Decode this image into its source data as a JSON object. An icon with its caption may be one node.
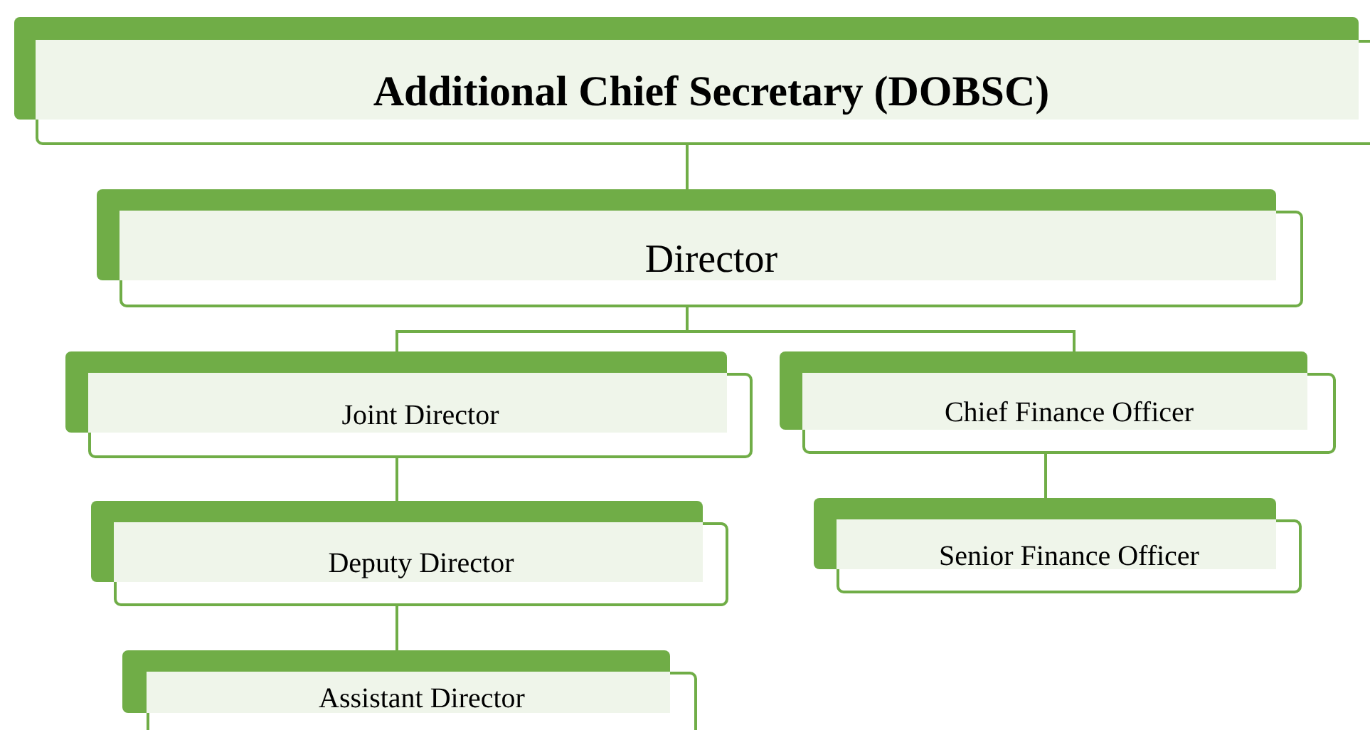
{
  "diagram": {
    "nodes": [
      {
        "text": [
          "Additional Chief Secretary (DOBSC)"
        ]
      },
      {
        "text": [
          "Director"
        ]
      },
      {
        "text": [
          "Joint Director"
        ]
      },
      {
        "text": [
          "Chief Finance Officer"
        ]
      },
      {
        "text": [
          "Deputy Director"
        ]
      },
      {
        "text": [
          "Senior Finance Officer"
        ]
      },
      {
        "text": [
          "Assistant Director"
        ]
      }
    ],
    "edges": [
      {
        "from": 0,
        "to": 1,
        "arrow": "none"
      },
      {
        "from": 1,
        "to": 2,
        "arrow": "none"
      },
      {
        "from": 1,
        "to": 3,
        "arrow": "none"
      },
      {
        "from": 2,
        "to": 4,
        "arrow": "none"
      },
      {
        "from": 4,
        "to": 6,
        "arrow": "none"
      },
      {
        "from": 3,
        "to": 5,
        "arrow": "none"
      }
    ]
  }
}
